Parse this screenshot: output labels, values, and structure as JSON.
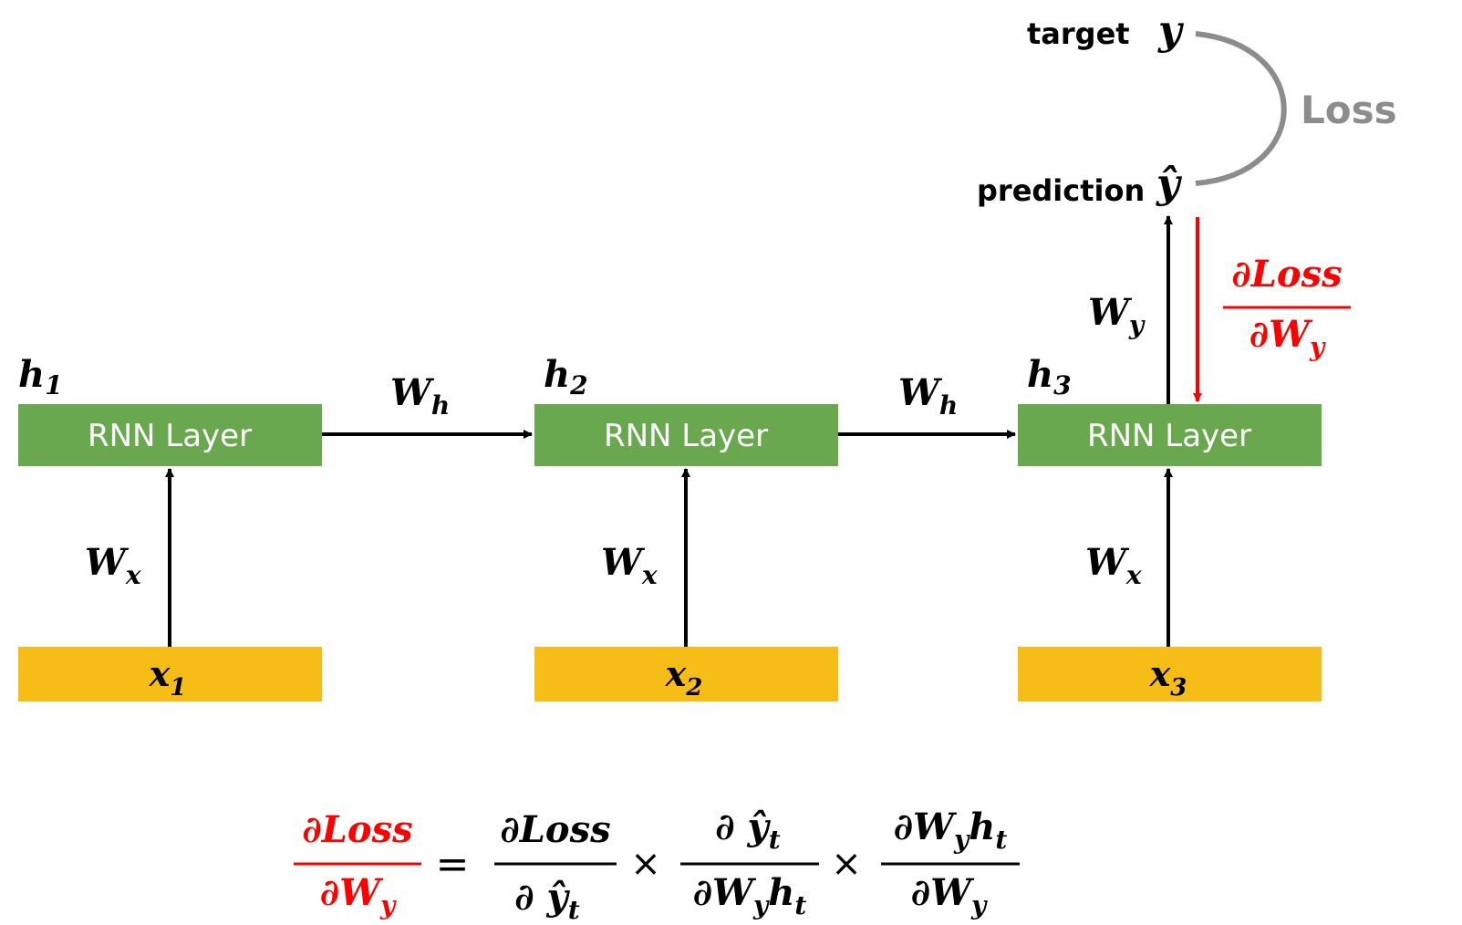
{
  "colors": {
    "rnn_box": "#6aa84f",
    "input_box": "#f6bd16",
    "arrow": "#000000",
    "gradient": "#ff0000",
    "loss_arc": "#8c8c8c"
  },
  "rnn_label": "RNN Layer",
  "hidden_labels": [
    {
      "var": "h",
      "sub": "1"
    },
    {
      "var": "h",
      "sub": "2"
    },
    {
      "var": "h",
      "sub": "3"
    }
  ],
  "input_labels": [
    {
      "var": "x",
      "sub": "1"
    },
    {
      "var": "x",
      "sub": "2"
    },
    {
      "var": "x",
      "sub": "3"
    }
  ],
  "weights": {
    "wx": {
      "var": "W",
      "sub": "x"
    },
    "wh": {
      "var": "W",
      "sub": "h"
    },
    "wy": {
      "var": "W",
      "sub": "y"
    }
  },
  "output": {
    "target_label": "target",
    "target_var": "y",
    "prediction_label": "prediction",
    "prediction_var": "ŷ",
    "loss_label": "Loss"
  },
  "gradient_fraction": {
    "numerator": "∂Loss",
    "denominator": {
      "var": "∂W",
      "sub": "y"
    }
  },
  "equation": {
    "lhs": {
      "num": "∂Loss",
      "den_var": "∂W",
      "den_sub": "y"
    },
    "equals": "=",
    "times": "×",
    "term1": {
      "num": "∂Loss",
      "den_var": "∂ ŷ",
      "den_sub": "t"
    },
    "term2": {
      "num_var": "∂ ŷ",
      "num_sub": "t",
      "den_a": "∂W",
      "den_a_sub": "y",
      "den_b": "h",
      "den_b_sub": "t"
    },
    "term3": {
      "num_a": "∂W",
      "num_a_sub": "y",
      "num_b": "h",
      "num_b_sub": "t",
      "den_var": "∂W",
      "den_sub": "y"
    }
  }
}
